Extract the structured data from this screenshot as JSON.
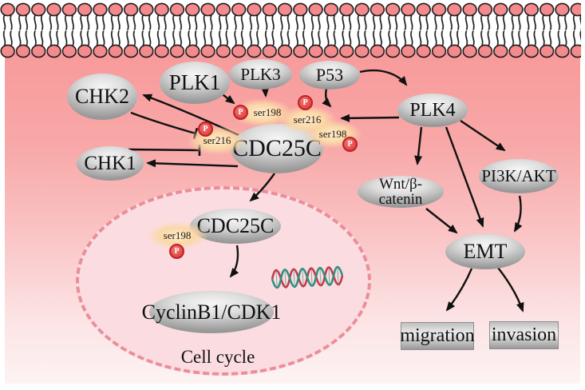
{
  "figure": {
    "type": "signaling-pathway-diagram",
    "compartments": {
      "membrane": "plasma membrane (lipid bilayer)",
      "nucleus_label": "Cell cycle"
    },
    "nodes": {
      "chk2": {
        "label": "CHK2"
      },
      "chk1": {
        "label": "CHK1"
      },
      "plk1": {
        "label": "PLK1"
      },
      "plk3": {
        "label": "PLK3"
      },
      "p53": {
        "label": "P53"
      },
      "plk4": {
        "label": "PLK4"
      },
      "cdc25c": {
        "label": "CDC25C"
      },
      "wnt": {
        "label": "Wnt/β-catenin"
      },
      "pi3k_akt": {
        "label": "PI3K/AKT"
      },
      "emt": {
        "label": "EMT"
      },
      "cdc25c_nuclear": {
        "label": "CDC25C"
      },
      "cyclinb1_cdk1": {
        "label": "CyclinB1/CDK1"
      }
    },
    "outputs": {
      "migration": {
        "label": "migration"
      },
      "invasion": {
        "label": "invasion"
      }
    },
    "phospho": {
      "p_label": "P",
      "sites": {
        "ser198_membrane": "ser198",
        "ser216_left": "ser216",
        "ser216_right": "ser216",
        "ser198_right": "ser198",
        "ser198_nuclear": "ser198"
      }
    },
    "edges": [
      {
        "from": "PLK1",
        "to": "ser198 (CDC25C)",
        "type": "arrow"
      },
      {
        "from": "PLK3",
        "to": "ser198 (CDC25C)",
        "type": "arrow"
      },
      {
        "from": "CDC25C",
        "to": "CHK2",
        "type": "arrow"
      },
      {
        "from": "CHK2",
        "to": "ser216 (CDC25C)",
        "type": "inhibit"
      },
      {
        "from": "CHK1",
        "to": "ser216 (CDC25C)",
        "type": "inhibit"
      },
      {
        "from": "CDC25C",
        "to": "CHK1",
        "type": "arrow"
      },
      {
        "from": "P53",
        "to": "ser216 (CDC25C)",
        "type": "arrow"
      },
      {
        "from": "P53",
        "to": "PLK4",
        "type": "arrow"
      },
      {
        "from": "PLK4",
        "to": "ser216 (CDC25C)",
        "type": "arrow"
      },
      {
        "from": "PLK4",
        "to": "Wnt/β-catenin",
        "type": "arrow"
      },
      {
        "from": "PLK4",
        "to": "PI3K/AKT",
        "type": "arrow"
      },
      {
        "from": "PLK4",
        "to": "EMT",
        "type": "arrow"
      },
      {
        "from": "Wnt/β-catenin",
        "to": "EMT",
        "type": "arrow"
      },
      {
        "from": "PI3K/AKT",
        "to": "EMT",
        "type": "arrow"
      },
      {
        "from": "EMT",
        "to": "migration",
        "type": "arrow"
      },
      {
        "from": "EMT",
        "to": "invasion",
        "type": "arrow"
      },
      {
        "from": "CDC25C",
        "to": "CDC25C (nuclear)",
        "type": "arrow"
      },
      {
        "from": "CDC25C (nuclear)",
        "to": "CyclinB1/CDK1",
        "type": "arrow"
      }
    ],
    "colors": {
      "cytoplasm_top": "#f89a9b",
      "cytoplasm_bottom": "#fdf3f3",
      "membrane_head": "#f58a8c",
      "nucleus_fill": "#fbdde1",
      "nucleus_border": "#ea8e98",
      "node_gray": "#c8c8c8",
      "badge_glow": "#fbd8a8",
      "phospho_ring": "#bf2026",
      "phospho_fill": "#e14744",
      "dna_red": "#c23b4e",
      "dna_teal": "#2f9080",
      "line_black": "#111111"
    }
  }
}
